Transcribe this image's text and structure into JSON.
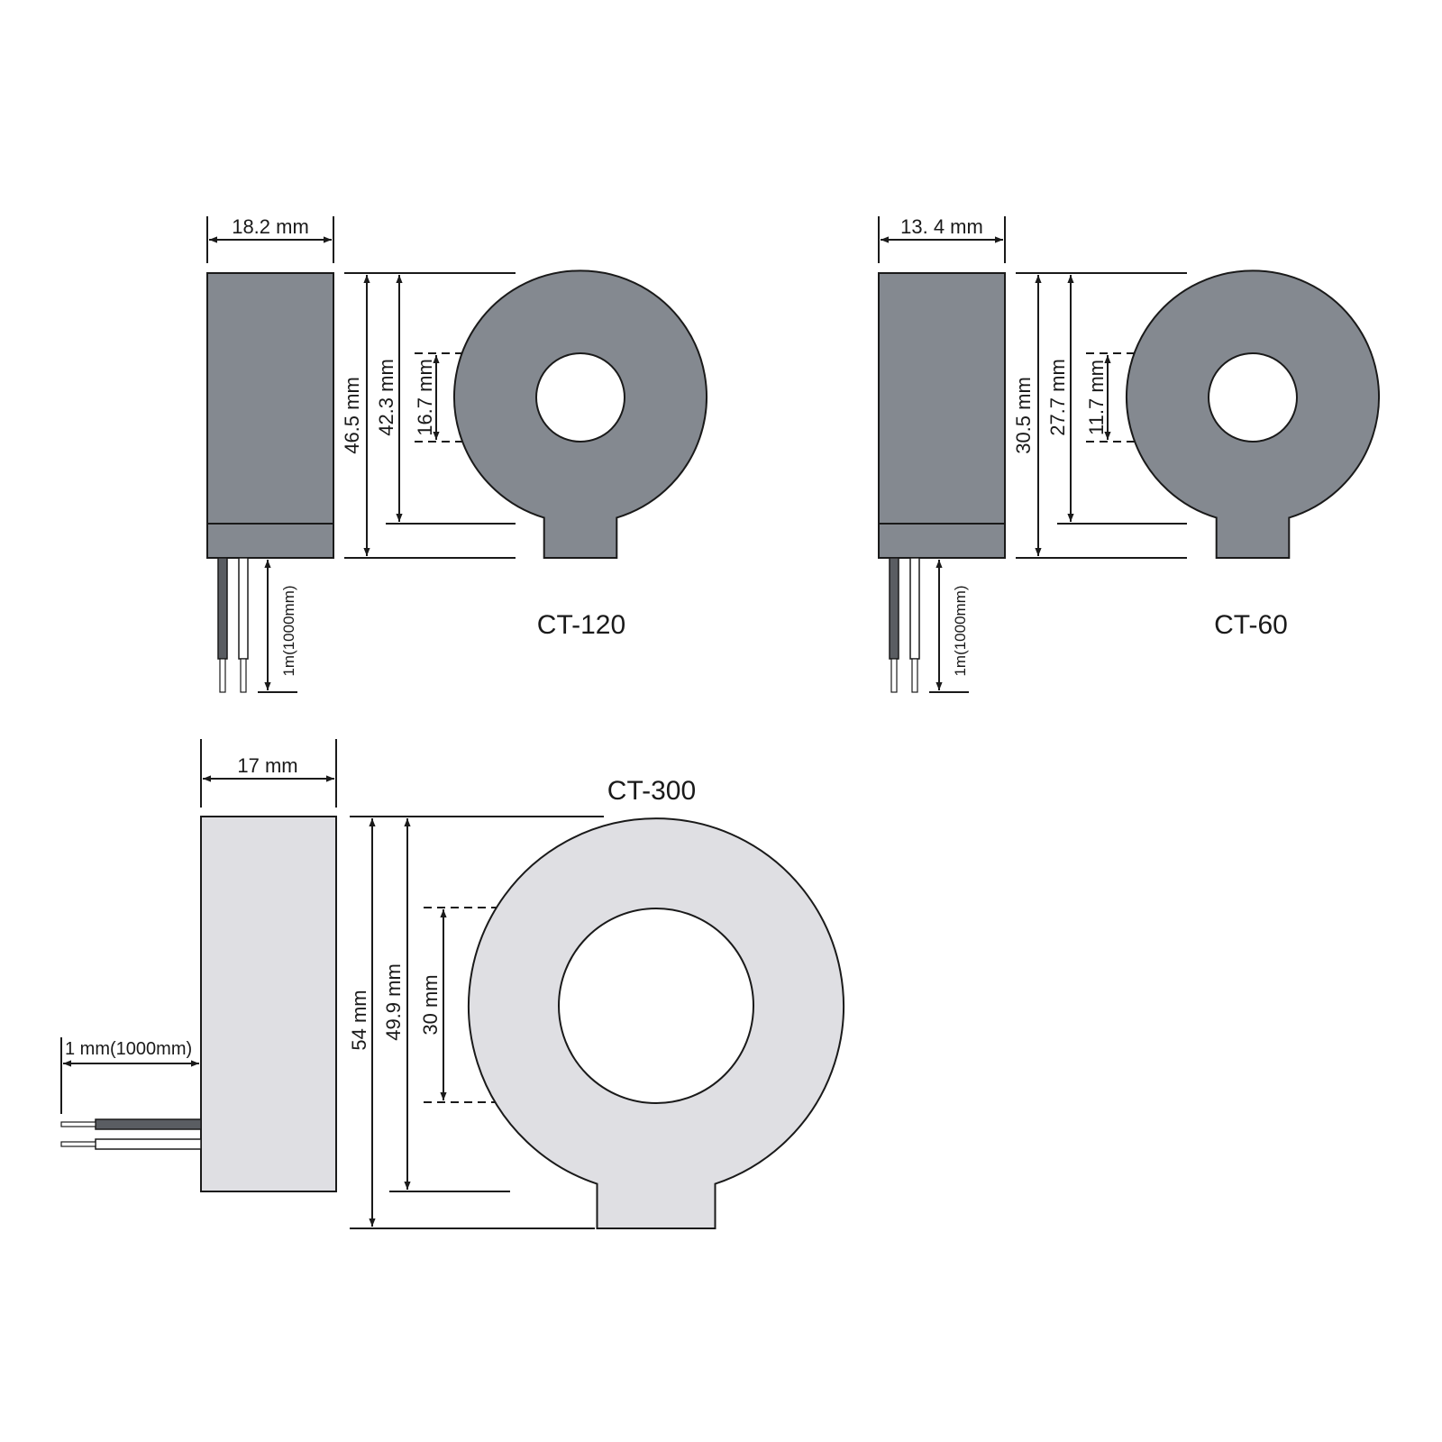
{
  "colors": {
    "dark_body": "#848990",
    "light_body": "#dfdfe3",
    "wire_black": "#5a5d62",
    "wire_white": "#ffffff",
    "line": "#1a1a1a"
  },
  "ct120": {
    "model": "CT-120",
    "width": "18.2 mm",
    "outer_height": "46.5 mm",
    "ring_diameter": "42.3 mm",
    "hole_diameter": "16.7 mm",
    "lead_length": "1m(1000mm)"
  },
  "ct60": {
    "model": "CT-60",
    "width": "13. 4 mm",
    "outer_height": "30.5 mm",
    "ring_diameter": "27.7 mm",
    "hole_diameter": "11.7 mm",
    "lead_length": "1m(1000mm)"
  },
  "ct300": {
    "model": "CT-300",
    "width": "17 mm",
    "outer_height": "54  mm",
    "ring_diameter": "49.9 mm",
    "hole_diameter": "30 mm",
    "lead_length": "1 mm(1000mm)"
  }
}
